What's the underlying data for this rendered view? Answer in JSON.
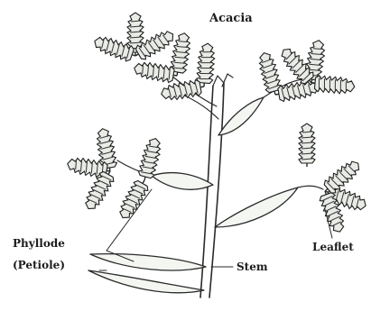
{
  "diagram": {
    "title": "Acacia",
    "labels": {
      "phyllode_line1": "Phyllode",
      "phyllode_line2": "(Petiole)",
      "stem": "Stem",
      "leaflet": "Leaflet"
    }
  }
}
